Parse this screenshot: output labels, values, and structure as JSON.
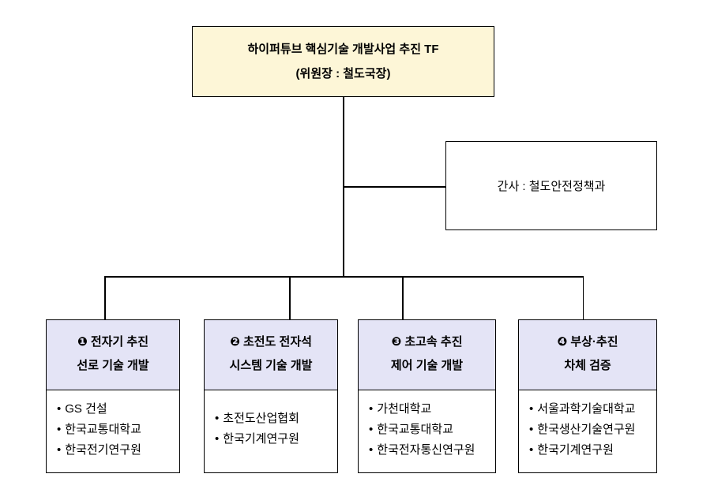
{
  "org_chart": {
    "root": {
      "title": "하이퍼튜브 핵심기술 개발사업 추진 TF",
      "subtitle": "(위원장 : 철도국장)"
    },
    "secretary": {
      "label": "간사 : 철도안전정책과"
    },
    "teams": [
      {
        "heading_line1": "❶ 전자기 추진",
        "heading_line2": "선로 기술 개발",
        "members": [
          "GS 건설",
          "한국교통대학교",
          "한국전기연구원"
        ]
      },
      {
        "heading_line1": "❷ 초전도 전자석",
        "heading_line2": "시스템 기술 개발",
        "members": [
          "초전도산업협회",
          "한국기계연구원"
        ]
      },
      {
        "heading_line1": "❸ 초고속 추진",
        "heading_line2": "제어 기술 개발",
        "members": [
          "가천대학교",
          "한국교통대학교",
          "한국전자통신연구원"
        ]
      },
      {
        "heading_line1": "❹ 부상·추진",
        "heading_line2": "차체 검증",
        "members": [
          "서울과학기술대학교",
          "한국생산기술연구원",
          "한국기계연구원"
        ]
      }
    ],
    "icons": {
      "bullet": "•"
    },
    "colors": {
      "root_fill": "#FDF6D7",
      "team_header_fill": "#E4E4F6",
      "border": "#000000",
      "background": "#FFFFFF"
    }
  }
}
